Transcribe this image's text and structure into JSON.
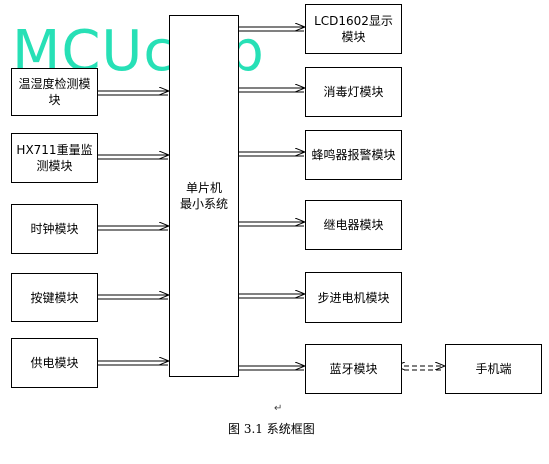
{
  "watermark": "MCUclub",
  "center": {
    "line1": "单片机",
    "line2": "最小系统"
  },
  "left_modules": [
    "温湿度检测模块",
    "HX711重量监测模块",
    "时钟模块",
    "按键模块",
    "供电模块"
  ],
  "right_modules": [
    "LCD1602显示模块",
    "消毒灯模块",
    "蜂鸣器报警模块",
    "继电器模块",
    "步进电机模块",
    "蓝牙模块"
  ],
  "phone": "手机端",
  "caption": "图 3.1  系统框图",
  "return_mark": "↵"
}
